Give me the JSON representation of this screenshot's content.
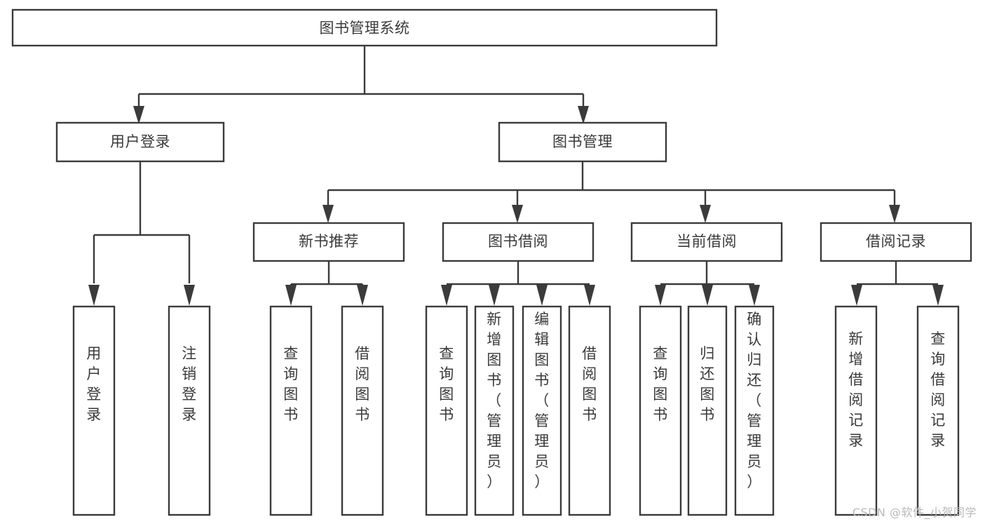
{
  "diagram": {
    "title": "图书管理系统",
    "type": "tree",
    "orientation": "top-down",
    "colors": {
      "background": "#ffffff",
      "box_fill": "#ffffff",
      "box_stroke": "#3b3b3b",
      "text": "#3a3a3a",
      "connector": "#3b3b3b",
      "watermark": "#b9b9b9"
    },
    "nodes": {
      "root": {
        "label": "图书管理系统"
      },
      "level2": [
        {
          "id": "user-login",
          "label": "用户登录"
        },
        {
          "id": "book-manage",
          "label": "图书管理"
        }
      ],
      "level3": [
        {
          "id": "new-book-recommend",
          "label": "新书推荐"
        },
        {
          "id": "book-borrow",
          "label": "图书借阅"
        },
        {
          "id": "current-borrow",
          "label": "当前借阅"
        },
        {
          "id": "borrow-record",
          "label": "借阅记录"
        }
      ],
      "leaves": {
        "user-login": [
          {
            "id": "leaf-user-login",
            "label": "用户登录"
          },
          {
            "id": "leaf-user-logout",
            "label": "注销登录"
          }
        ],
        "new-book-recommend": [
          {
            "id": "leaf-query-book-1",
            "label": "查询图书"
          },
          {
            "id": "leaf-borrow-book-1",
            "label": "借阅图书"
          }
        ],
        "book-borrow": [
          {
            "id": "leaf-query-book-2",
            "label": "查询图书"
          },
          {
            "id": "leaf-add-book",
            "label": "新增图书（管理员）"
          },
          {
            "id": "leaf-edit-book",
            "label": "编辑图书（管理员）"
          },
          {
            "id": "leaf-borrow-book-2",
            "label": "借阅图书"
          }
        ],
        "current-borrow": [
          {
            "id": "leaf-query-book-3",
            "label": "查询图书"
          },
          {
            "id": "leaf-return-book",
            "label": "归还图书"
          },
          {
            "id": "leaf-confirm-return",
            "label": "确认归还（管理员）"
          }
        ],
        "borrow-record": [
          {
            "id": "leaf-add-record",
            "label": "新增借阅记录"
          },
          {
            "id": "leaf-query-record",
            "label": "查询借阅记录"
          }
        ]
      }
    }
  },
  "watermark": {
    "text": "CSDN @软件_小贺同学"
  }
}
